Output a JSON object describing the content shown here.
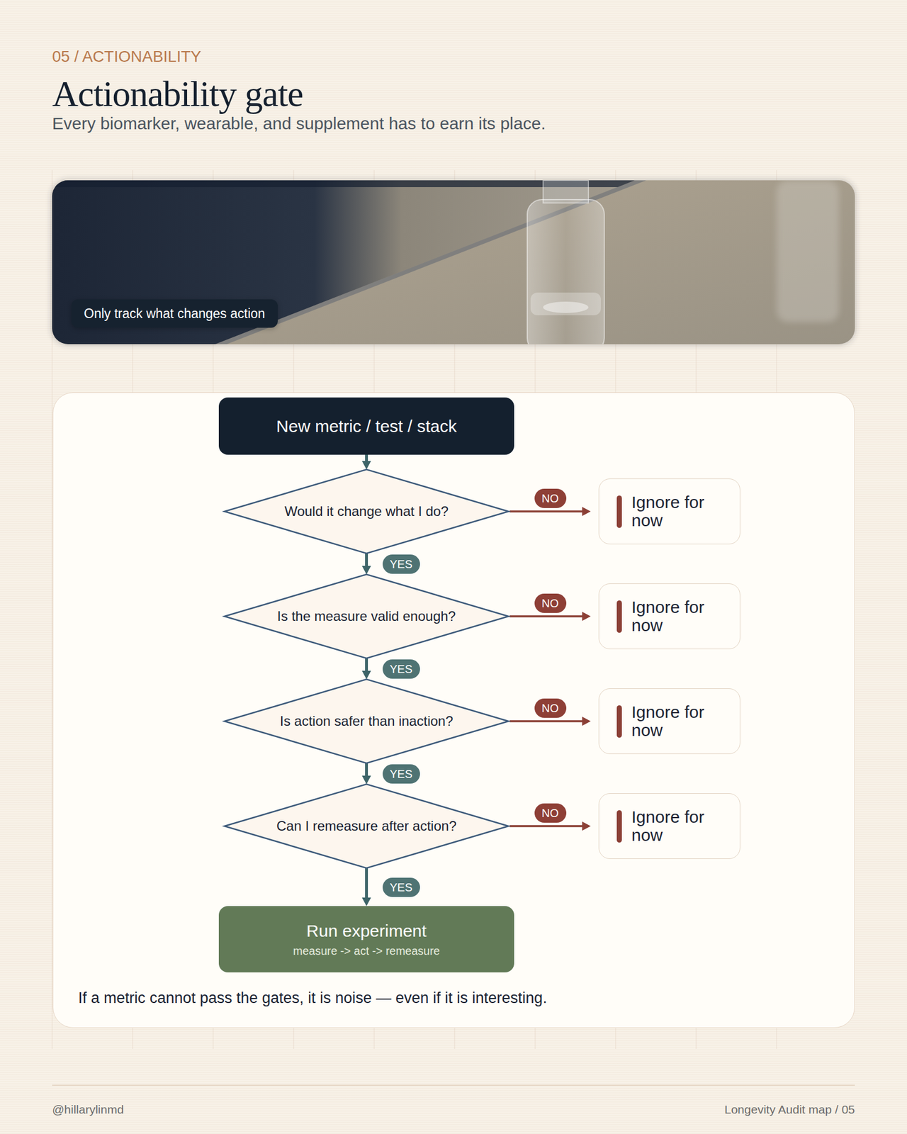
{
  "diagram": {
    "title": "Actionability gate",
    "nodes": [
      {
        "text": [
          "Only track what changes action"
        ]
      },
      {
        "text": [
          "If a metric cannot pass the gates, it is noise — even if it is interesting."
        ]
      },
      {
        "text": [
          "New metric / test / stack"
        ],
        "in": 1
      },
      {
        "text": [
          "Would it change what I do?"
        ],
        "in": 1
      },
      {
        "text": [
          "Ignore for now"
        ],
        "in": 1
      },
      {
        "text": [
          "Is the measure valid enough?"
        ],
        "in": 1
      },
      {
        "text": [
          "Ignore for now"
        ],
        "in": 1
      },
      {
        "text": [
          "Is action safer than inaction?"
        ],
        "in": 1
      },
      {
        "text": [
          "Ignore for now"
        ],
        "in": 1
      },
      {
        "text": [
          "Can I remeasure after action?"
        ],
        "in": 1
      },
      {
        "text": [
          "Ignore for now"
        ],
        "in": 1
      },
      {
        "text": [
          "Run experiment",
          "measure -> act -> remeasure"
        ],
        "in": 1
      }
    ],
    "edges": [
      {
        "from": 2,
        "to": 3,
        "arrow": "to"
      },
      {
        "from": 3,
        "to": 4,
        "label": "NO",
        "arrow": "to"
      },
      {
        "from": 3,
        "to": 5,
        "label": "YES",
        "arrow": "to"
      },
      {
        "from": 5,
        "to": 6,
        "label": "NO",
        "arrow": "to"
      },
      {
        "from": 5,
        "to": 7,
        "label": "YES",
        "arrow": "to"
      },
      {
        "from": 7,
        "to": 8,
        "label": "NO",
        "arrow": "to"
      },
      {
        "from": 7,
        "to": 9,
        "label": "YES",
        "arrow": "to"
      },
      {
        "from": 9,
        "to": 10,
        "label": "NO",
        "arrow": "to"
      },
      {
        "from": 9,
        "to": 11,
        "label": "YES",
        "arrow": "to"
      }
    ],
    "labels": [
      "05 / ACTIONABILITY",
      "Every biomarker, wearable, and supplement has to earn its place.",
      "@hillarylinmd",
      "Longevity Audit map / 05"
    ]
  }
}
